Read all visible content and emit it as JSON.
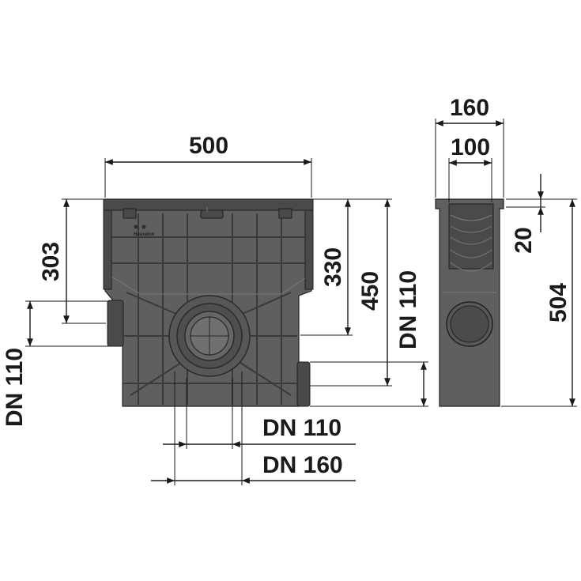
{
  "dimensions": {
    "front_width": "500",
    "side_outer_width": "160",
    "side_inner_width": "100",
    "height_303": "303",
    "height_330": "330",
    "height_450": "450",
    "side_height": "504",
    "side_rim": "20",
    "outlet_right": "DN 110",
    "outlet_left": "DN 110",
    "bottom_inner": "DN 110",
    "bottom_outer": "DN 160"
  },
  "logo_text": "Hauraton",
  "colors": {
    "body": "#5f5f5f",
    "lines": "#1a1a1a"
  }
}
